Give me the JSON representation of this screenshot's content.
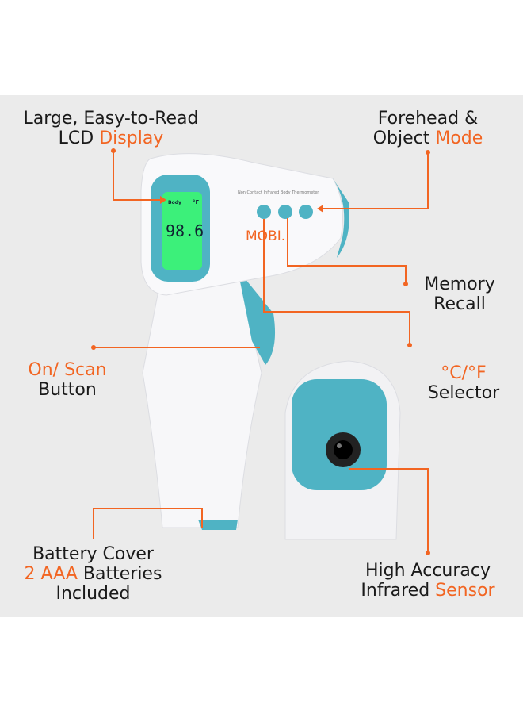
{
  "colors": {
    "accent": "#f26522",
    "teal": "#4fb3c4",
    "lcd": "#3cf07a",
    "panel": "#ebebeb"
  },
  "device": {
    "lcd_mode": "Body",
    "lcd_unit": "°F",
    "lcd_reading": "98.6",
    "header_text": "Non Contact Infrared Body Thermometer",
    "brand": "MOBI."
  },
  "callouts": {
    "display": {
      "line1": "Large, Easy-to-Read",
      "line2_plain": "LCD ",
      "line2_highlight": "Display"
    },
    "mode": {
      "line1": "Forehead &",
      "line2_plain": "Object ",
      "line2_highlight": "Mode"
    },
    "memory": {
      "line1": "Memory",
      "line2": "Recall"
    },
    "unit": {
      "line1_highlight": "°C/°F",
      "line2": "Selector"
    },
    "scan": {
      "line1_highlight": "On/ Scan",
      "line2": "Button"
    },
    "battery": {
      "line1": "Battery Cover",
      "line2_highlight": "2 AAA",
      "line2_plain": " Batteries",
      "line3": "Included"
    },
    "sensor": {
      "line1": "High Accuracy",
      "line2_plain": "Infrared ",
      "line2_highlight": "Sensor"
    }
  }
}
